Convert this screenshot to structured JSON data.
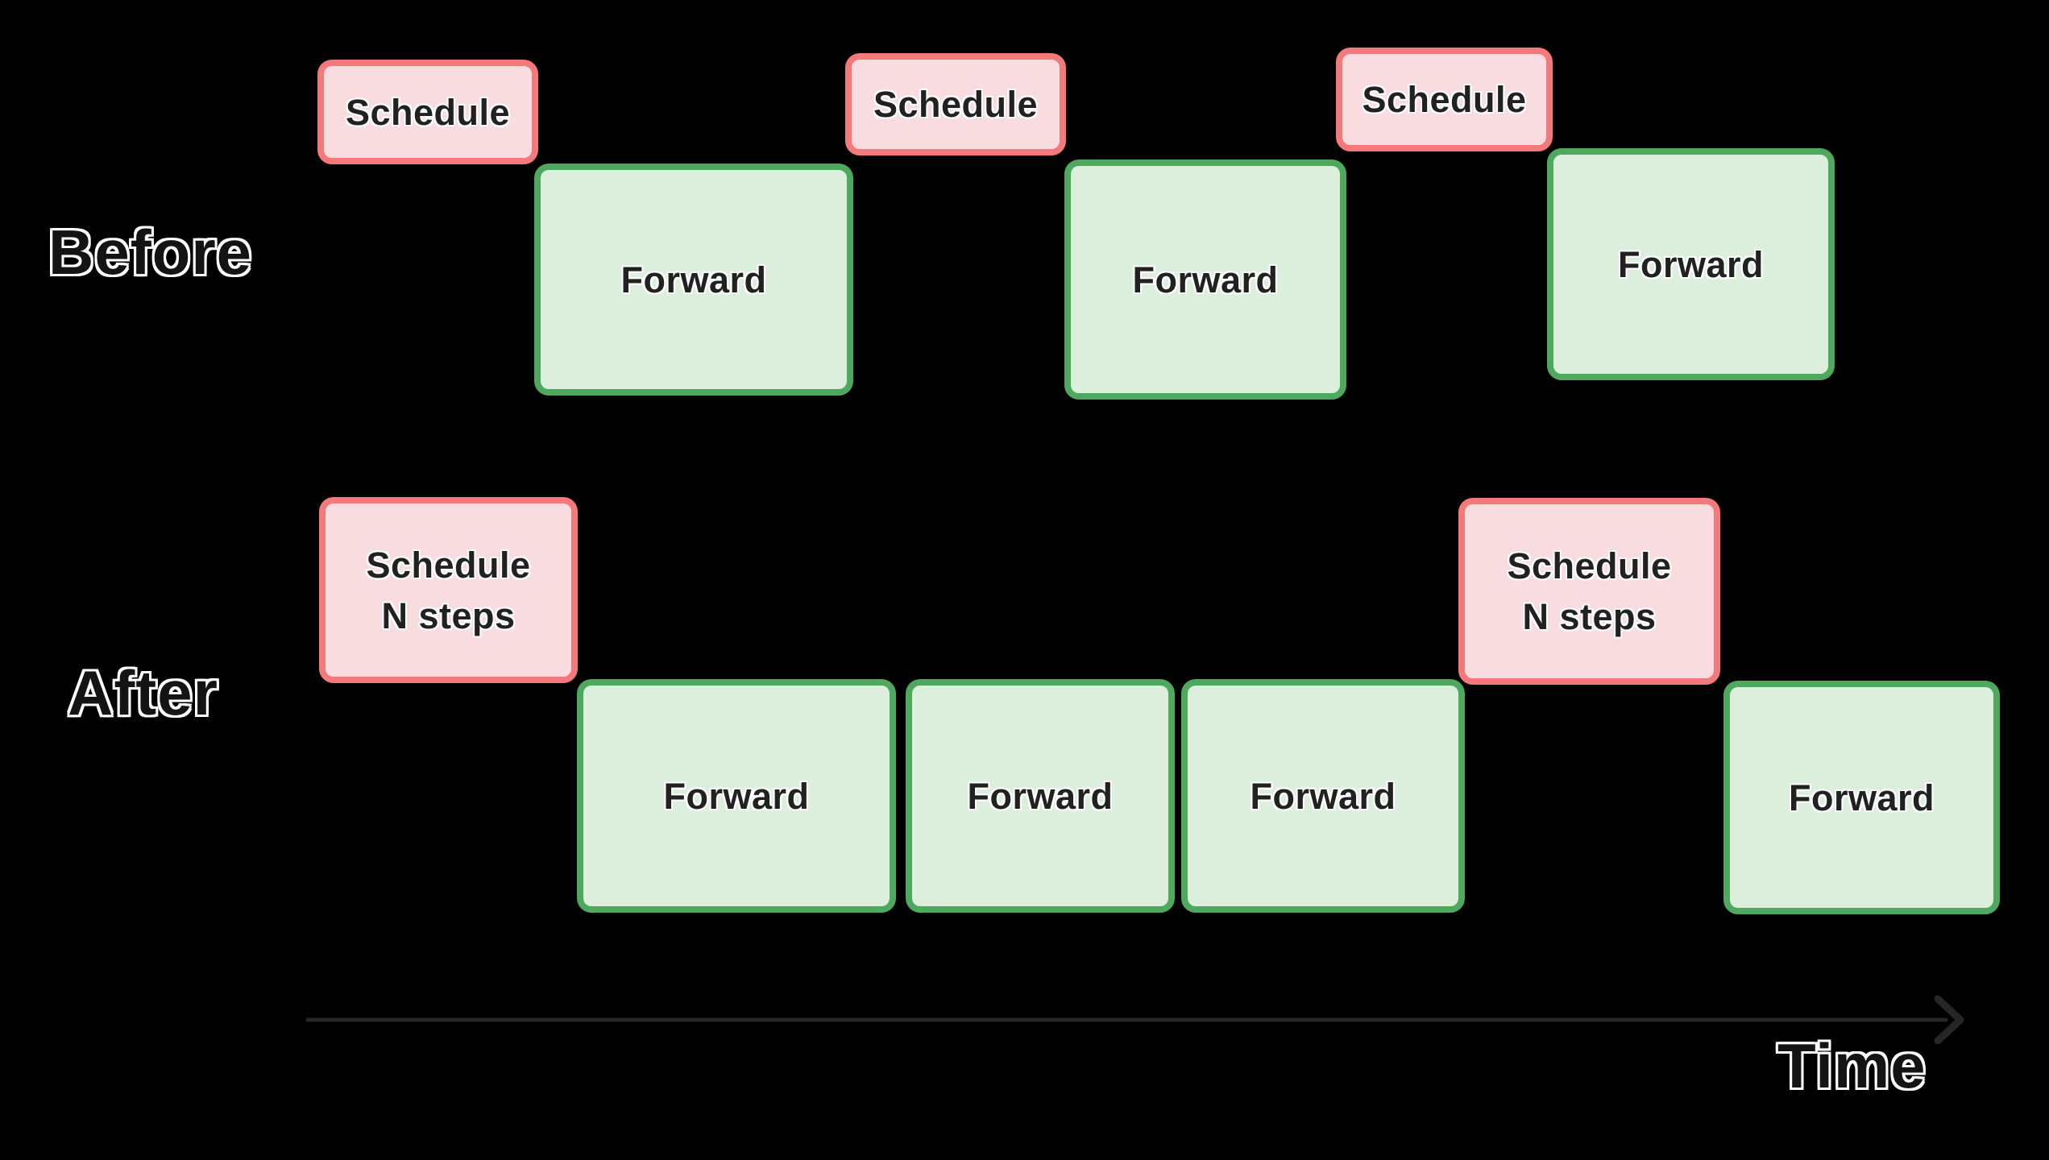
{
  "palette": {
    "background": "#000000",
    "schedule_fill": "#f8dce0",
    "schedule_border": "#f3797b",
    "forward_fill": "#dcefdd",
    "forward_border": "#4ea95f",
    "box_text": "#212121",
    "label_fill": "#141414",
    "label_outline": "#ffffff",
    "arrow": "#262626"
  },
  "labels": {
    "before": "Before",
    "after": "After",
    "time": "Time"
  },
  "box_labels": {
    "schedule": "Schedule",
    "forward": "Forward",
    "schedule_n": {
      "line1": "Schedule",
      "line2": "N steps"
    }
  }
}
